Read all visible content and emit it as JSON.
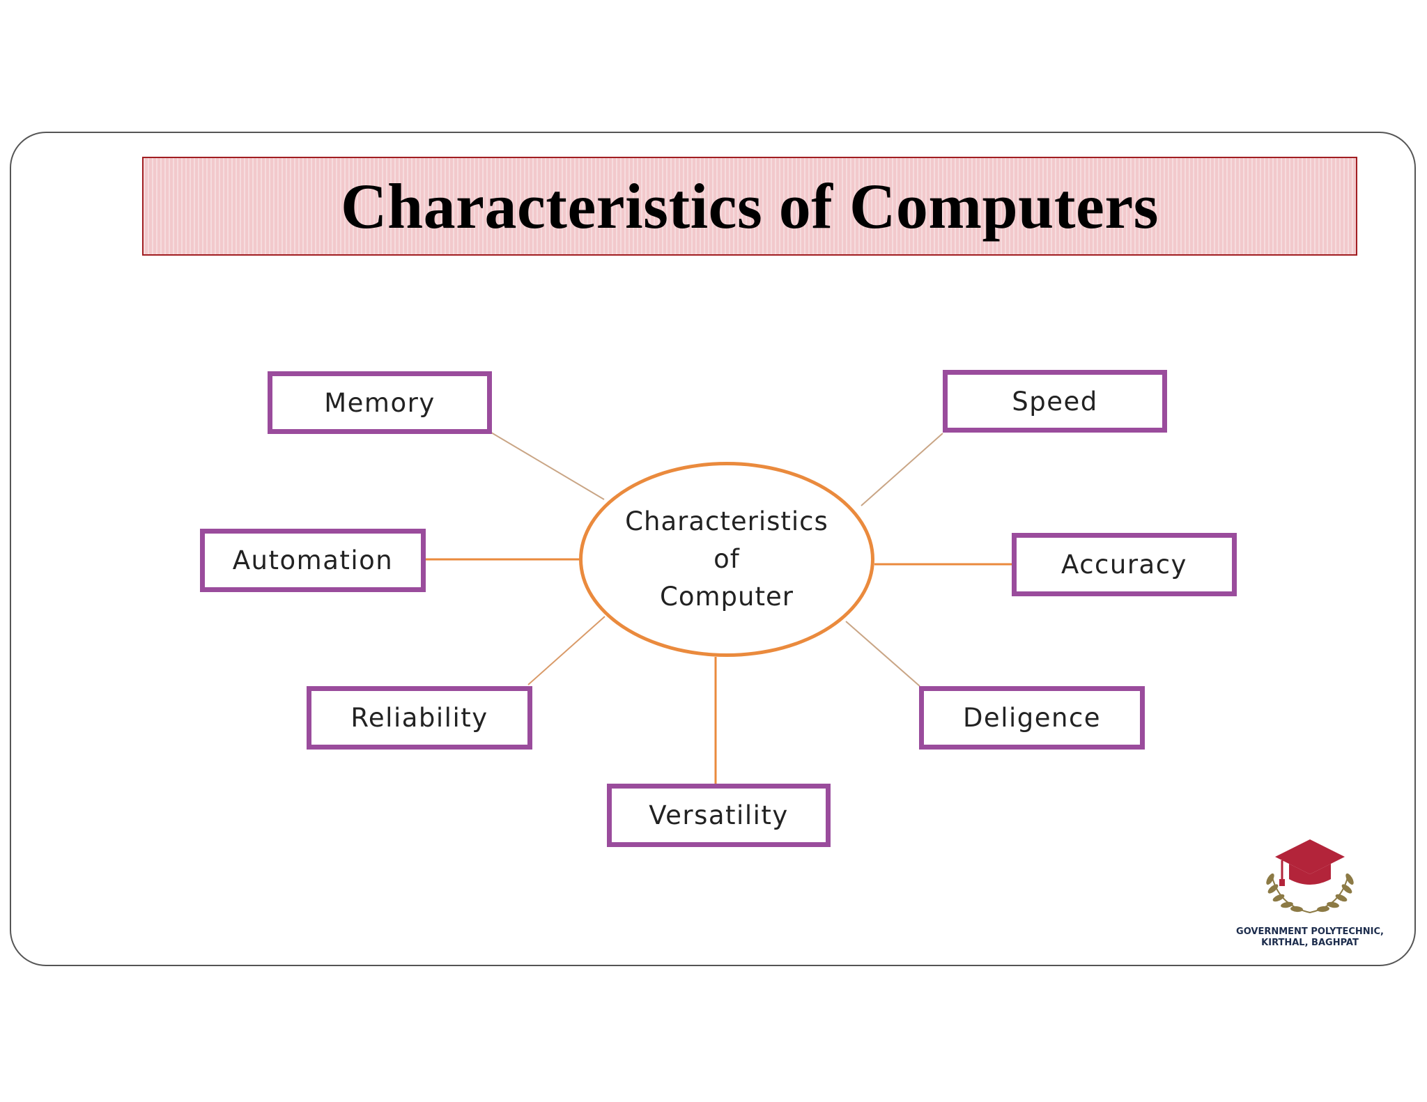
{
  "slide": {
    "title": "Characteristics of Computers"
  },
  "diagram": {
    "center_lines": [
      "Characteristics",
      "of",
      "Computer"
    ],
    "nodes": [
      {
        "label": "Memory"
      },
      {
        "label": "Speed"
      },
      {
        "label": "Automation"
      },
      {
        "label": "Accuracy"
      },
      {
        "label": "Reliability"
      },
      {
        "label": "Deligence"
      },
      {
        "label": "Versatility"
      }
    ]
  },
  "logo": {
    "caption_line1": "GOVERNMENT POLYTECHNIC,",
    "caption_line2": "KIRTHAL, BAGHPAT"
  },
  "colors": {
    "banner_fill": "#f2c9cc",
    "banner_border": "#a11d21",
    "node_border": "#9a4c9c",
    "hub_border": "#ea8a3d",
    "cap_red": "#b3243a",
    "laurel_gold": "#8c7a45"
  }
}
